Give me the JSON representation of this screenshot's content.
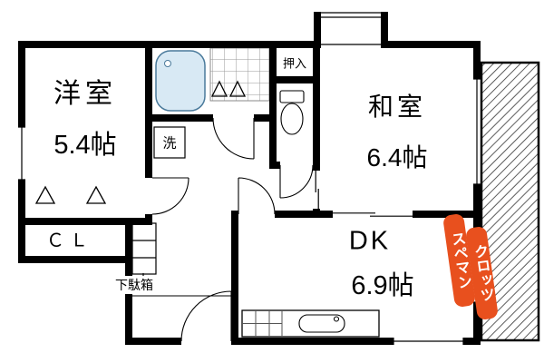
{
  "plan": {
    "type": "apartment-floor-plan",
    "rooms": {
      "western_room": {
        "name": "洋室",
        "size": "5.4帖"
      },
      "japanese_room": {
        "name": "和室",
        "size": "6.4帖"
      },
      "dining_kitchen": {
        "name": "DK",
        "size": "6.9帖"
      },
      "closet_cl": {
        "name": "ＣＬ"
      },
      "oshiire": {
        "name": "押入"
      },
      "laundry": {
        "name": "洗"
      },
      "shoe_cabinet": {
        "name": "下駄箱"
      }
    },
    "watermark": {
      "col1": "スペマン",
      "col2": "クロッツ",
      "color": "#e8501e"
    },
    "icons": [
      "bathtub-icon",
      "toilet-icon",
      "kitchen-sink-icon",
      "stove-grid-icon",
      "door-swing-arc",
      "window-symbol",
      "balcony-hatch",
      "bifold-door-marks",
      "tile-floor-grid",
      "shoe-cabinet-box",
      "laundry-box"
    ],
    "colors": {
      "wall": "#000000",
      "tub_fill": "#d8e9f4",
      "tub_stroke": "#4a7a9b",
      "tile_line": "#999999",
      "hatch": "#333333",
      "watermark": "#e8501e"
    }
  }
}
